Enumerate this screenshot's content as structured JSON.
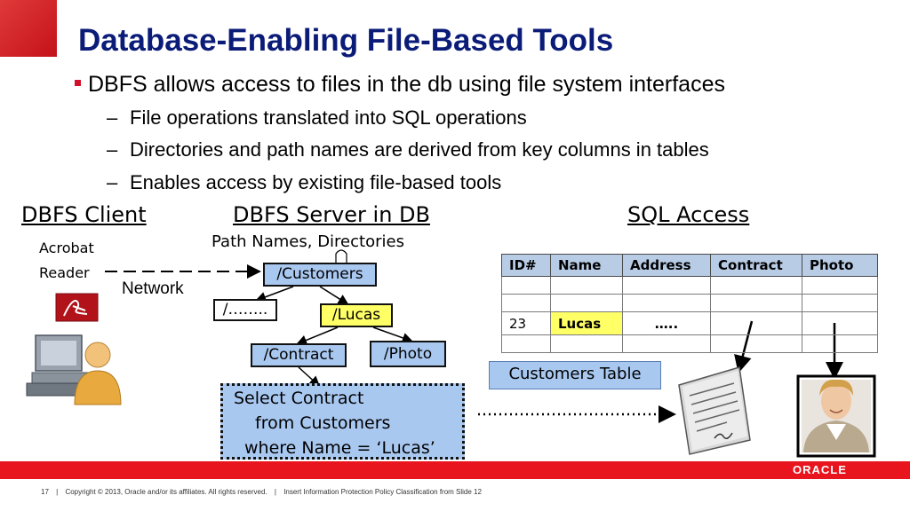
{
  "slide": {
    "title": "Database-Enabling File-Based Tools",
    "bullet": "DBFS allows access to files in the db using file system interfaces",
    "sub_bullets": [
      "File operations translated into SQL operations",
      "Directories and path names are derived from key columns in tables",
      "Enables access by existing file-based tools"
    ],
    "accent_color": "#d2102a",
    "title_color": "#0b1c78"
  },
  "columns": {
    "client": "DBFS Client",
    "server": "DBFS Server in DB",
    "sql": "SQL Access"
  },
  "client": {
    "app_line1": "Acrobat",
    "app_line2": "Reader",
    "network_label": "Network",
    "app_icon": "pdf-icon",
    "computer_icon": "computer-user-icon"
  },
  "server": {
    "path_label": "Path Names, Directories",
    "nodes": {
      "customers": "/Customers",
      "dots": "/……..",
      "lucas": "/Lucas",
      "contract": "/Contract",
      "photo": "/Photo"
    }
  },
  "sql_table": {
    "headers": [
      "ID#",
      "Name",
      "Address",
      "Contract",
      "Photo"
    ],
    "rows": [
      [
        "",
        "",
        "",
        "",
        ""
      ],
      [
        "",
        "",
        "",
        "",
        ""
      ],
      [
        "23",
        "Lucas",
        "…..",
        "",
        ""
      ],
      [
        "",
        "",
        "",
        "",
        ""
      ]
    ],
    "caption": "Customers Table"
  },
  "query": {
    "line1": "Select Contract",
    "line2": "from Customers",
    "line3": "where Name = ‘Lucas’"
  },
  "footer": {
    "page": "17",
    "copyright": "Copyright © 2013, Oracle and/or its affiliates. All rights reserved.",
    "classification": "Insert Information Protection Policy Classification from Slide 12",
    "brand": "ORACLE"
  }
}
